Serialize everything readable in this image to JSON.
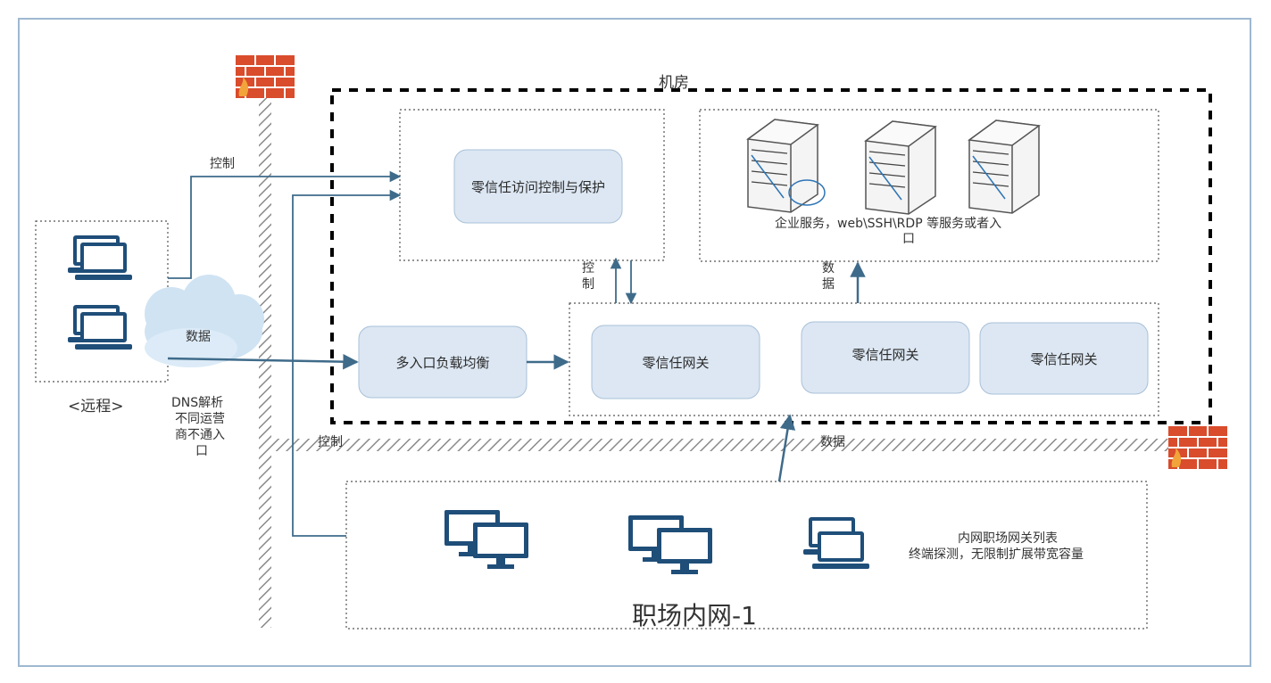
{
  "labels": {
    "jifang": "机房",
    "control_top": "控制",
    "zt_access_control": "零信任访问控制与保护",
    "enterprise_services_line1": "企业服务，web\\SSH\\RDP 等服务或者入",
    "enterprise_services_line2": "口",
    "control_mid_1": "控",
    "control_mid_2": "制",
    "data_mid_1": "数",
    "data_mid_2": "据",
    "load_balance": "多入口负载均衡",
    "zt_gateway_1": "零信任网关",
    "zt_gateway_2": "零信任网关",
    "zt_gateway_3": "零信任网关",
    "data_cloud": "数据",
    "remote": "<远程>",
    "dns_1": "DNS解析",
    "dns_2": "不同运营",
    "dns_3": "商不通入",
    "dns_4": "口",
    "control_bottom": "控制",
    "data_bottom": "数据",
    "intranet_list_1": "内网职场网关列表",
    "intranet_list_2": "终端探测，无限制扩展带宽容量",
    "intranet_title": "职场内网-1"
  },
  "colors": {
    "frame": "#9fb8d0",
    "box_fill": "#dce7f3",
    "box_stroke": "#a9c0d8",
    "arrow": "#3f6b8a",
    "device": "#1f4e79",
    "firewall": "#c0392b"
  },
  "icons": [
    "firewall-icon",
    "laptop-icon",
    "cloud-icon",
    "server-icon",
    "desktop-monitor-icon"
  ]
}
